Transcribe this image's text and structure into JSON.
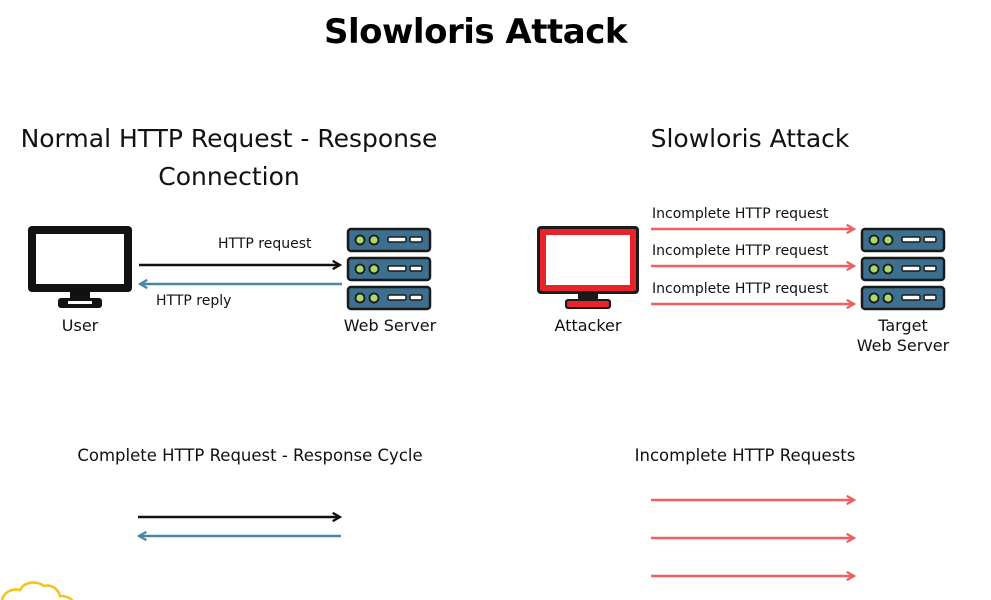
{
  "title": "Slowloris Attack",
  "normal": {
    "heading_line1": "Normal HTTP Request - Response",
    "heading_line2": "Connection",
    "user_label": "User",
    "server_label": "Web Server",
    "request_label": "HTTP request",
    "reply_label": "HTTP reply",
    "legend_caption": "Complete HTTP Request - Response Cycle"
  },
  "attack": {
    "heading": "Slowloris Attack",
    "attacker_label": "Attacker",
    "target_label_line1": "Target",
    "target_label_line2": "Web Server",
    "requests": [
      "Incomplete HTTP request",
      "Incomplete HTTP request",
      "Incomplete HTTP request"
    ],
    "legend_caption": "Incomplete HTTP Requests"
  },
  "colors": {
    "request_arrow": "#111111",
    "reply_arrow": "#4a86a8",
    "attack_arrow": "#ef5f5f",
    "user_monitor": "#111111",
    "attacker_monitor": "#e8232b",
    "server_body": "#3d6f8e",
    "server_outline": "#1a1a1a",
    "server_led": "#a8d96a"
  },
  "icons": [
    "monitor-icon",
    "server-icon",
    "cloud-logo"
  ]
}
